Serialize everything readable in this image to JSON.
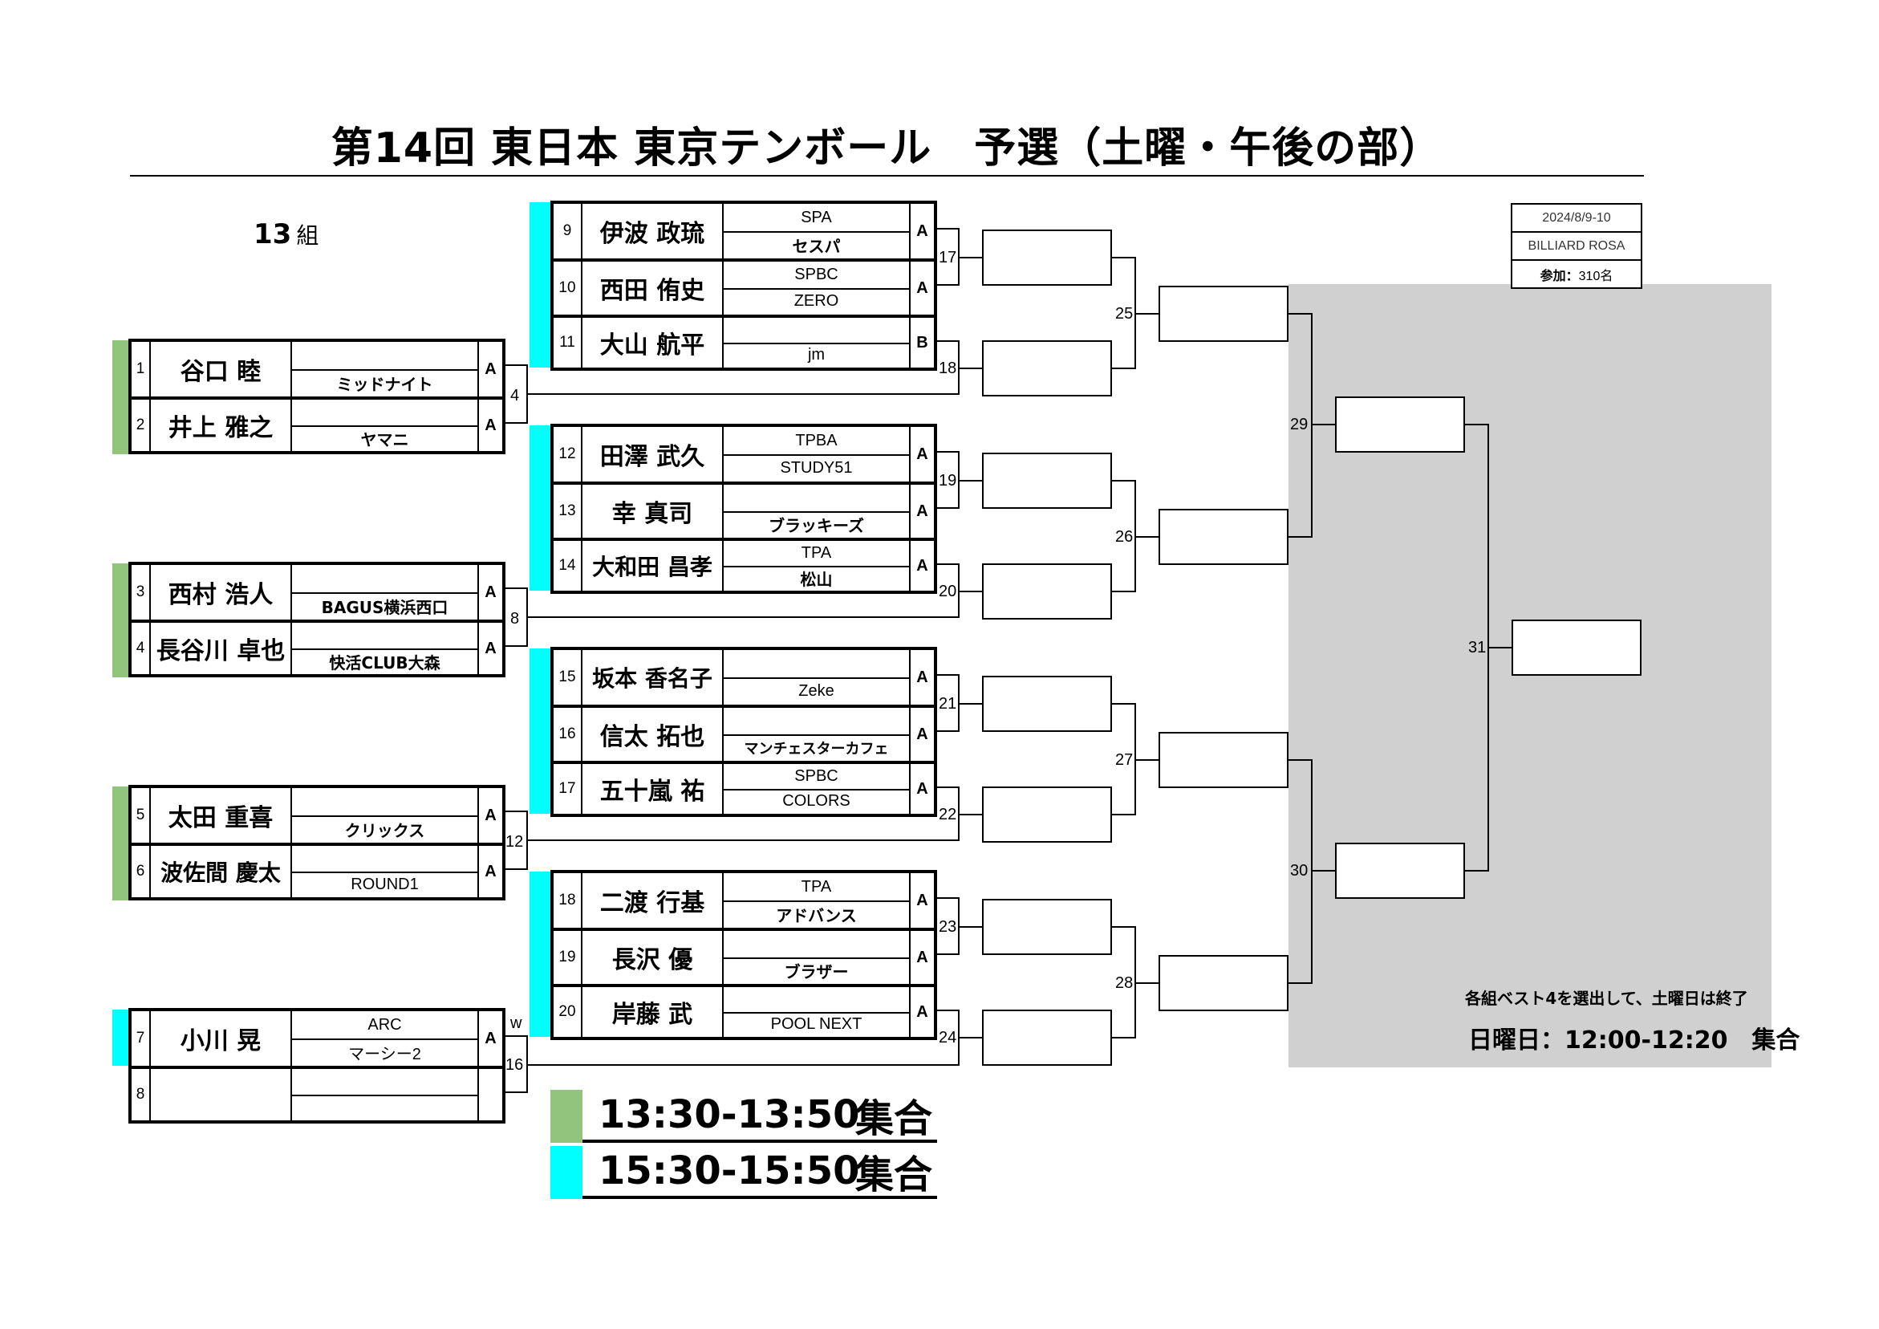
{
  "title": "第14回 東日本 東京テンボール　予選（土曜・午後の部）",
  "group": {
    "number": "13",
    "unit": "組"
  },
  "info": {
    "date": "2024/8/9-10",
    "venue": "BILLIARD ROSA",
    "participants_label": "参加：",
    "participants_value": "310名"
  },
  "left_blocks": [
    {
      "color": "green",
      "players": [
        {
          "num": "1",
          "name": "谷口 睦",
          "club_top": "",
          "club_bottom": "ミッドナイト",
          "cls": "A"
        },
        {
          "num": "2",
          "name": "井上 雅之",
          "club_top": "",
          "club_bottom": "ヤマニ",
          "cls": "A"
        }
      ]
    },
    {
      "color": "green",
      "players": [
        {
          "num": "3",
          "name": "西村 浩人",
          "club_top": "",
          "club_bottom": "BAGUS横浜西口",
          "cls": "A"
        },
        {
          "num": "4",
          "name": "長谷川 卓也",
          "club_top": "",
          "club_bottom": "快活CLUB大森",
          "cls": "A"
        }
      ]
    },
    {
      "color": "green",
      "players": [
        {
          "num": "5",
          "name": "太田 重喜",
          "club_top": "",
          "club_bottom": "クリックス",
          "cls": "A"
        },
        {
          "num": "6",
          "name": "波佐間 慶太",
          "club_top": "",
          "club_bottom": "ROUND1",
          "cls": "A"
        }
      ]
    },
    {
      "color": "cyan",
      "players": [
        {
          "num": "7",
          "name": "小川 晃",
          "club_top": "ARC",
          "club_bottom": "マーシー2",
          "cls": "A"
        },
        {
          "num": "8",
          "name": "",
          "club_top": "",
          "club_bottom": "",
          "cls": ""
        }
      ]
    }
  ],
  "mid_blocks": [
    {
      "color": "cyan",
      "players": [
        {
          "num": "9",
          "name": "伊波 政琉",
          "club_top": "SPA",
          "club_bottom": "セスパ",
          "cls": "A"
        },
        {
          "num": "10",
          "name": "西田 侑史",
          "club_top": "SPBC",
          "club_bottom": "ZERO",
          "cls": "A"
        },
        {
          "num": "11",
          "name": "大山 航平",
          "club_top": "",
          "club_bottom": "jm",
          "cls": "B"
        }
      ]
    },
    {
      "color": "cyan",
      "players": [
        {
          "num": "12",
          "name": "田澤 武久",
          "club_top": "TPBA",
          "club_bottom": "STUDY51",
          "cls": "A"
        },
        {
          "num": "13",
          "name": "幸 真司",
          "club_top": "",
          "club_bottom": "ブラッキーズ",
          "cls": "A"
        },
        {
          "num": "14",
          "name": "大和田 昌孝",
          "club_top": "TPA",
          "club_bottom": "松山",
          "cls": "A"
        }
      ]
    },
    {
      "color": "cyan",
      "players": [
        {
          "num": "15",
          "name": "坂本 香名子",
          "club_top": "",
          "club_bottom": "Zeke",
          "cls": "A"
        },
        {
          "num": "16",
          "name": "信太 拓也",
          "club_top": "",
          "club_bottom": "マンチェスターカフェ",
          "cls": "A"
        },
        {
          "num": "17",
          "name": "五十嵐 祐",
          "club_top": "SPBC",
          "club_bottom": "COLORS",
          "cls": "A"
        }
      ]
    },
    {
      "color": "cyan",
      "players": [
        {
          "num": "18",
          "name": "二渡 行基",
          "club_top": "TPA",
          "club_bottom": "アドバンス",
          "cls": "A"
        },
        {
          "num": "19",
          "name": "長沢 優",
          "club_top": "",
          "club_bottom": "ブラザー",
          "cls": "A"
        },
        {
          "num": "20",
          "name": "岸藤 武",
          "club_top": "",
          "club_bottom": "POOL NEXT",
          "cls": "A"
        }
      ]
    }
  ],
  "matches": {
    "m4": "4",
    "m8": "8",
    "m12": "12",
    "w": "w",
    "m16": "16",
    "m17": "17",
    "m18": "18",
    "m19": "19",
    "m20": "20",
    "m21": "21",
    "m22": "22",
    "m23": "23",
    "m24": "24",
    "m25": "25",
    "m26": "26",
    "m27": "27",
    "m28": "28",
    "m29": "29",
    "m30": "30",
    "m31": "31"
  },
  "note": "各組ベスト4を選出して、土曜日は終了",
  "sunday": "日曜日：12:00-12:20　集合",
  "legend": [
    {
      "color": "green",
      "time": "13:30-13:50",
      "word": "集合"
    },
    {
      "color": "cyan",
      "time": "15:30-15:50",
      "word": "集合"
    }
  ],
  "colors": {
    "green": "#93c47d",
    "cyan": "#00ffff",
    "grey_area": "#d0d0d0"
  }
}
